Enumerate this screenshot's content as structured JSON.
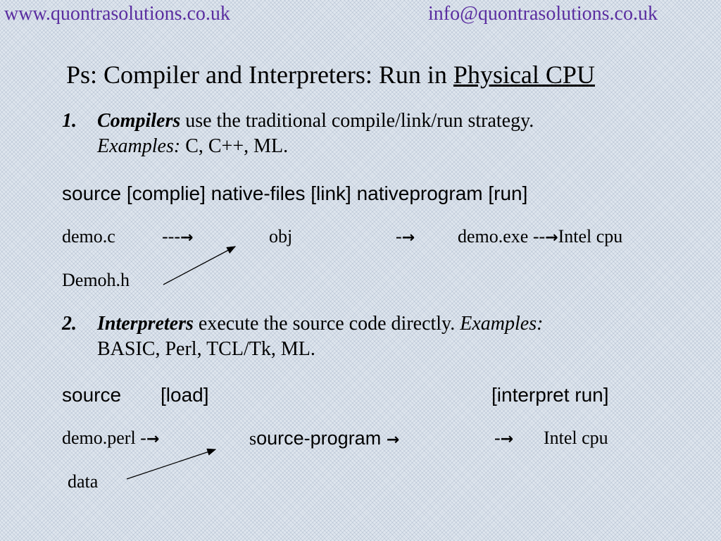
{
  "header": {
    "website": "www.quontrasolutions.co.uk",
    "email": "info@quontrasolutions.co.uk"
  },
  "slide": {
    "title_prefix": "Ps: Compiler and Interpreters:  Run in ",
    "title_underlined": "Physical CPU"
  },
  "item1": {
    "number": "1.",
    "term": "Compilers",
    "text": " use the traditional compile/link/run strategy.",
    "examples_label": "Examples:",
    "examples_text": " C, C++, ML."
  },
  "flow1": {
    "header": "source  [complie]  native-files  [link]  nativeprogram  [run]",
    "row": {
      "demo_c": "demo.c",
      "dashes1": "---",
      "obj": "obj",
      "dash2": "-",
      "demo_exe": "demo.exe --",
      "intel": "Intel cpu"
    },
    "demoh": "Demoh.h"
  },
  "item2": {
    "number": "2.",
    "term": "Interpreters",
    "text": " execute the source code directly.  ",
    "examples_label": "Examples:",
    "examples_text": "BASIC, Perl, TCL/Tk, ML."
  },
  "flow2": {
    "source": "source",
    "load": "[load]",
    "interpret": "[interpret  run]",
    "row": {
      "demo_perl": "demo.perl   -",
      "s_letter": "s",
      "source_program": "ource-program ",
      "dash": "-",
      "intel": "Intel cpu"
    },
    "data": "data"
  },
  "icons": {
    "arrow": "→"
  },
  "colors": {
    "header_link": "#5a2da0",
    "text": "#000000"
  }
}
